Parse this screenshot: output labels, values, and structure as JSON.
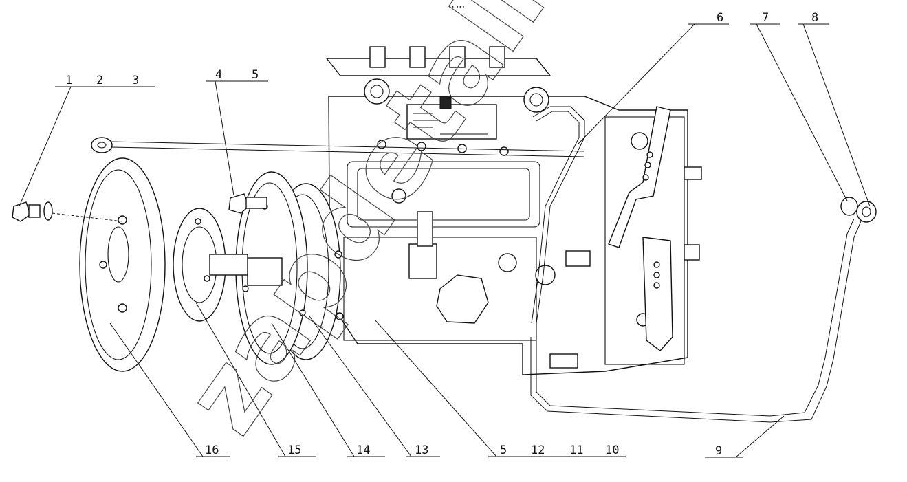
{
  "header_text": "∙∙ ∙∙∙",
  "watermark": "zapdetali.ru",
  "callouts": [
    {
      "id": "c1",
      "text": "1"
    },
    {
      "id": "c2",
      "text": "2"
    },
    {
      "id": "c3",
      "text": "3"
    },
    {
      "id": "c4",
      "text": "4"
    },
    {
      "id": "c5a",
      "text": "5"
    },
    {
      "id": "c6",
      "text": "6"
    },
    {
      "id": "c7",
      "text": "7"
    },
    {
      "id": "c8",
      "text": "8"
    },
    {
      "id": "c9",
      "text": "9"
    },
    {
      "id": "c16",
      "text": "16"
    },
    {
      "id": "c15",
      "text": "15"
    },
    {
      "id": "c14",
      "text": "14"
    },
    {
      "id": "c13",
      "text": "13"
    },
    {
      "id": "c5b",
      "text": "5"
    },
    {
      "id": "c12",
      "text": "12"
    },
    {
      "id": "c11",
      "text": "11"
    },
    {
      "id": "c10",
      "text": "10"
    }
  ]
}
